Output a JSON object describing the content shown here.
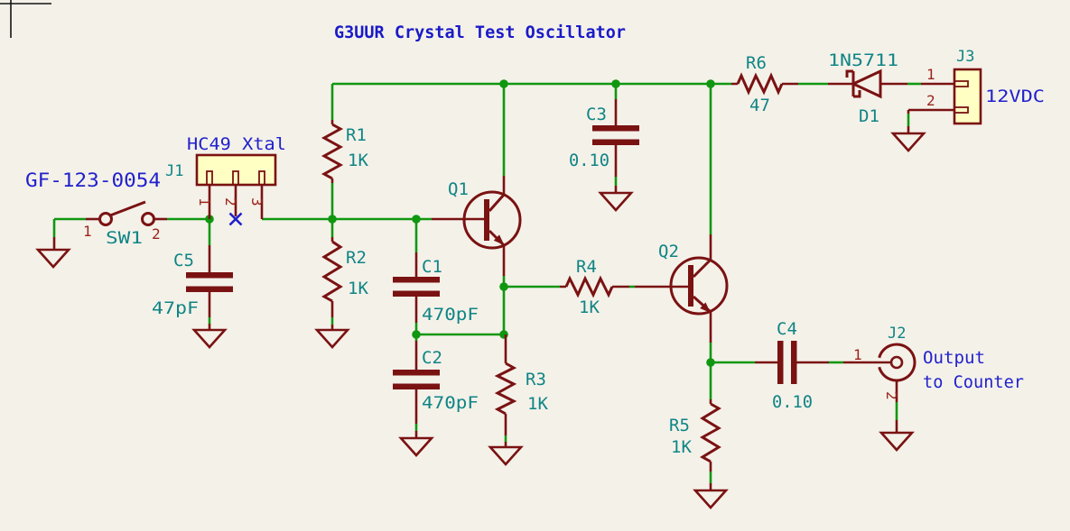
{
  "title": "G3UUR Crystal Test Oscillator",
  "colors": {
    "background": "#F4F1E9",
    "wire_green": "#109710",
    "component_maroon": "#7A1212",
    "reference_teal": "#0F8585",
    "pin_number_red": "#9B241A",
    "label_blue": "#2121CC",
    "title_blue": "#1A1AC8",
    "connector_fill_yellow": "#FFFFC4"
  },
  "annotations": {
    "part_note": "GF-123-0054"
  },
  "components": {
    "sw1": {
      "ref": "SW1",
      "pin1": "1",
      "pin2": "2"
    },
    "j1": {
      "ref": "J1",
      "label": "HC49 Xtal",
      "pin1": "1",
      "pin2": "2",
      "pin3": "3"
    },
    "c5": {
      "ref": "C5",
      "value": "47pF"
    },
    "r1": {
      "ref": "R1",
      "value": "1K"
    },
    "r2": {
      "ref": "R2",
      "value": "1K"
    },
    "c1": {
      "ref": "C1",
      "value": "470pF"
    },
    "c2": {
      "ref": "C2",
      "value": "470pF"
    },
    "r3": {
      "ref": "R3",
      "value": "1K"
    },
    "q1": {
      "ref": "Q1"
    },
    "q2": {
      "ref": "Q2"
    },
    "r4": {
      "ref": "R4",
      "value": "1K"
    },
    "c3": {
      "ref": "C3",
      "value": "0.10"
    },
    "r6": {
      "ref": "R6",
      "value": "47"
    },
    "d1": {
      "ref": "D1",
      "value": "1N5711"
    },
    "j3": {
      "ref": "J3",
      "label": "12VDC",
      "pin1": "1",
      "pin2": "2"
    },
    "r5": {
      "ref": "R5",
      "value": "1K"
    },
    "c4": {
      "ref": "C4",
      "value": "0.10"
    },
    "j2": {
      "ref": "J2",
      "label_line1": "Output",
      "label_line2": "to Counter",
      "pin1": "1",
      "pin2": "2"
    }
  }
}
